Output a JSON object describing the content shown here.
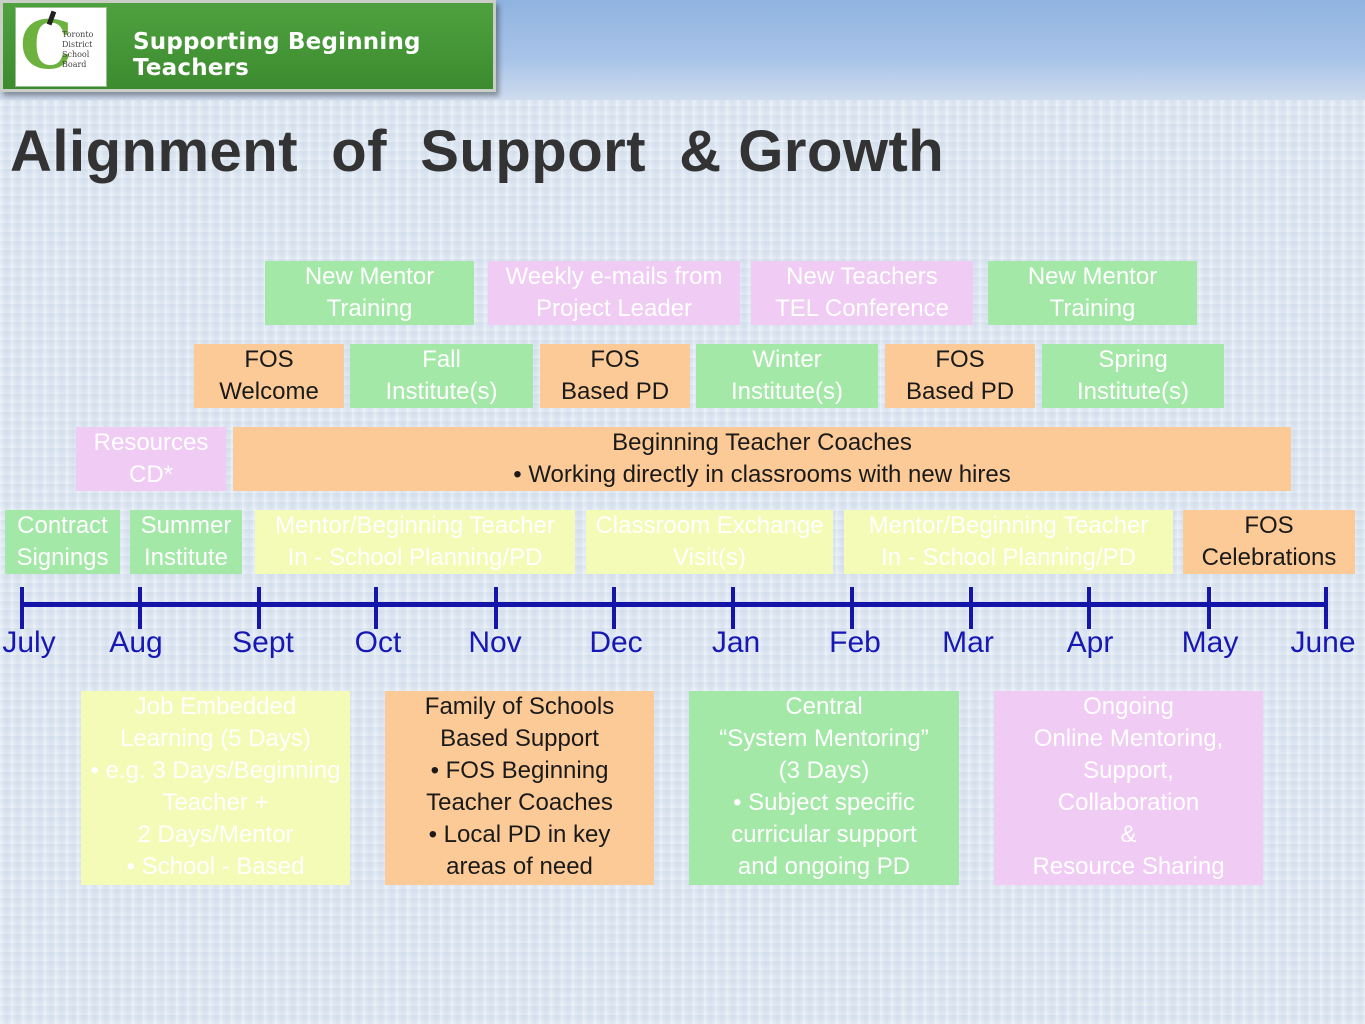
{
  "header": {
    "banner_title": "Supporting Beginning Teachers",
    "logo_text": "Toronto District School Board"
  },
  "title": "Alignment  of  Support  & Growth",
  "colors": {
    "green": "#a4e8a8",
    "pink": "#f0cbf4",
    "yellow": "#f3fbb7",
    "orange": "#fcca96",
    "axis": "#1515a9"
  },
  "months": [
    "July",
    "Aug",
    "Sept",
    "Oct",
    "Nov",
    "Dec",
    "Jan",
    "Feb",
    "Mar",
    "Apr",
    "May",
    "June"
  ],
  "row1": [
    {
      "lines": [
        "New Mentor",
        "Training"
      ],
      "color": "green"
    },
    {
      "lines": [
        "Weekly e-mails from",
        "Project Leader"
      ],
      "color": "pink"
    },
    {
      "lines": [
        "New Teachers",
        "TEL Conference"
      ],
      "color": "pink"
    },
    {
      "lines": [
        "New Mentor",
        "Training"
      ],
      "color": "green"
    }
  ],
  "row2": [
    {
      "lines": [
        "FOS",
        "Welcome"
      ],
      "color": "orange"
    },
    {
      "lines": [
        "Fall",
        "Institute(s)"
      ],
      "color": "green"
    },
    {
      "lines": [
        "FOS",
        "Based PD"
      ],
      "color": "orange"
    },
    {
      "lines": [
        "Winter",
        "Institute(s)"
      ],
      "color": "green"
    },
    {
      "lines": [
        "FOS",
        "Based PD"
      ],
      "color": "orange"
    },
    {
      "lines": [
        "Spring",
        "Institute(s)"
      ],
      "color": "green"
    }
  ],
  "row3": [
    {
      "lines": [
        "Resources",
        "CD*"
      ],
      "color": "pink"
    },
    {
      "lines": [
        "Beginning Teacher Coaches",
        "• Working directly in classrooms with new hires"
      ],
      "color": "orange"
    }
  ],
  "row4": [
    {
      "lines": [
        "Contract",
        "Signings"
      ],
      "color": "green"
    },
    {
      "lines": [
        "Summer",
        "Institute"
      ],
      "color": "green"
    },
    {
      "lines": [
        "Mentor/Beginning Teacher",
        "In - School Planning/PD"
      ],
      "color": "yellow"
    },
    {
      "lines": [
        "Classroom Exchange",
        "Visit(s)"
      ],
      "color": "yellow"
    },
    {
      "lines": [
        "Mentor/Beginning Teacher",
        "In - School Planning/PD"
      ],
      "color": "yellow"
    },
    {
      "lines": [
        "FOS",
        "Celebrations"
      ],
      "color": "orange"
    }
  ],
  "bottom": [
    {
      "lines": [
        "Job Embedded",
        "Learning (5 Days)",
        "• e.g. 3 Days/Beginning",
        "Teacher +",
        "2 Days/Mentor",
        "• School - Based"
      ],
      "color": "yellow"
    },
    {
      "lines": [
        "Family of Schools",
        "Based Support",
        "• FOS Beginning",
        "Teacher Coaches",
        "• Local PD in key",
        "areas of need"
      ],
      "color": "orange"
    },
    {
      "lines": [
        "Central",
        "“System Mentoring”",
        "(3 Days)",
        "• Subject specific",
        "curricular support",
        "and ongoing PD"
      ],
      "color": "green"
    },
    {
      "lines": [
        "Ongoing",
        "Online Mentoring,",
        "Support,",
        "Collaboration",
        "&",
        "Resource Sharing"
      ],
      "color": "pink"
    }
  ]
}
